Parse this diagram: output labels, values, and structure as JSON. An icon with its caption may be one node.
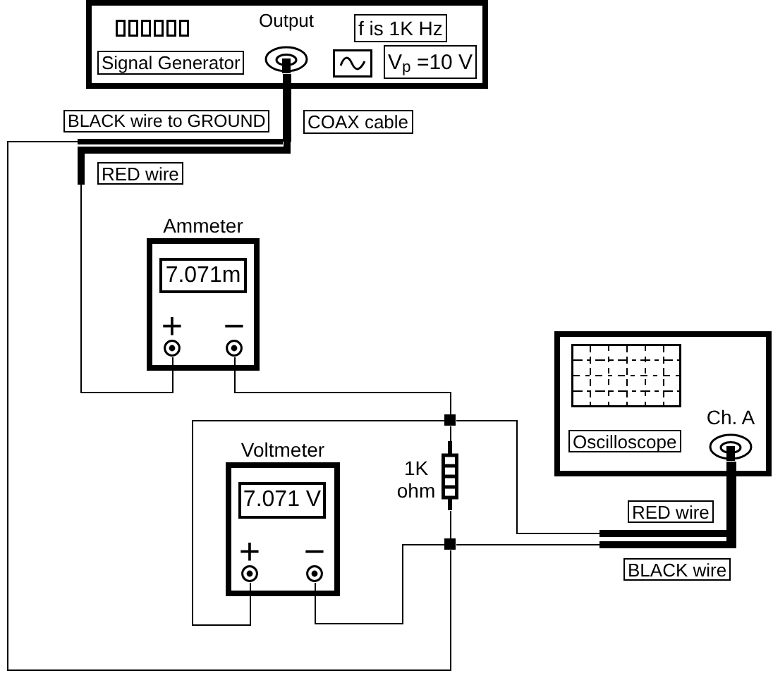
{
  "diagram": {
    "nodes": [
      {
        "text": [],
        "shape": "box"
      },
      {
        "text": [
          "Output"
        ],
        "in": 0
      },
      {
        "text": [
          "Signal Generator"
        ],
        "in": 0
      },
      {
        "text": [
          "f is 1K Hz"
        ],
        "in": 0
      },
      {
        "text": [],
        "shape": "box",
        "in": 0
      },
      {
        "text": [
          "V$_{p}$ =10 V"
        ],
        "in": 0
      },
      {
        "text": [
          "BLACK wire to GROUND"
        ]
      },
      {
        "text": [
          "COAX cable"
        ]
      },
      {
        "text": [
          "RED wire"
        ]
      },
      {
        "text": [
          "Ammeter"
        ]
      },
      {
        "text": [
          "7.071m"
        ],
        "in": 9
      },
      {
        "text": [
          "+"
        ],
        "in": 9
      },
      {
        "text": [
          "−"
        ],
        "in": 9
      },
      {
        "text": [],
        "shape": "box"
      },
      {
        "text": [
          "Oscilloscope"
        ],
        "in": 13
      },
      {
        "text": [
          "Ch. A"
        ],
        "in": 13
      },
      {
        "text": [],
        "shape": "box"
      },
      {
        "text": [
          "Voltmeter"
        ]
      },
      {
        "text": [
          "7.071 V"
        ],
        "in": 17
      },
      {
        "text": [],
        "shape": "resistor",
        "beside": [
          "1K ohm"
        ]
      },
      {
        "text": [
          "+"
        ],
        "in": 17
      },
      {
        "text": [
          "−"
        ],
        "in": 17
      },
      {
        "text": [
          "RED wire"
        ]
      },
      {
        "text": [],
        "shape": "box"
      },
      {
        "text": [
          "BLACK wire"
        ]
      }
    ],
    "edges": [
      {
        "from": 1,
        "to": 11,
        "arrow": "none"
      },
      {
        "from": 1,
        "to": 23,
        "arrow": "none"
      },
      {
        "from": 12,
        "to": 16,
        "arrow": "none"
      },
      {
        "from": 16,
        "to": 19,
        "arrow": "none"
      },
      {
        "from": 19,
        "to": 23,
        "arrow": "none"
      },
      {
        "from": 16,
        "to": 20,
        "arrow": "none"
      },
      {
        "from": 21,
        "to": 23,
        "arrow": "none"
      },
      {
        "from": 16,
        "to": 15,
        "arrow": "none"
      },
      {
        "from": 23,
        "to": 15,
        "arrow": "none"
      }
    ]
  }
}
